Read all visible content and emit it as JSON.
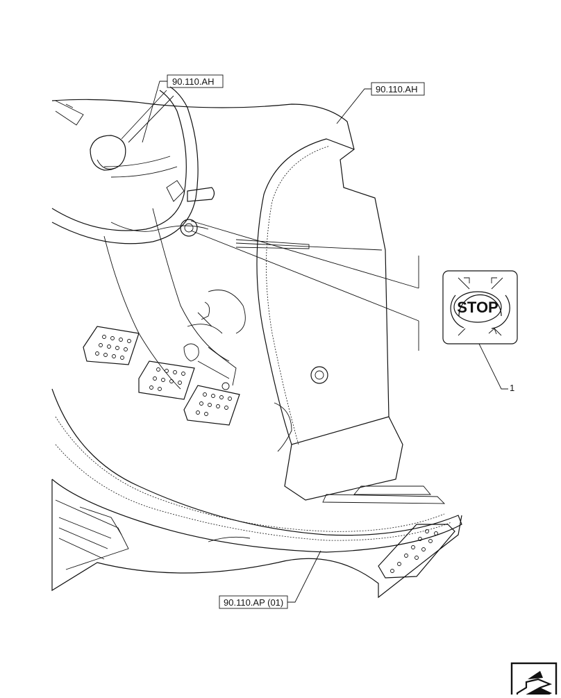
{
  "callouts": {
    "top_left": "90.110.AH",
    "top_right": "90.110.AH",
    "bottom": "90.110.AP (01)",
    "item_number": "1"
  },
  "decal": {
    "text": "STOP"
  },
  "icons": {
    "decal": "stop-decal-icon",
    "corner": "next-page-arrow-icon"
  },
  "colors": {
    "line": "#111111",
    "background": "#ffffff"
  }
}
